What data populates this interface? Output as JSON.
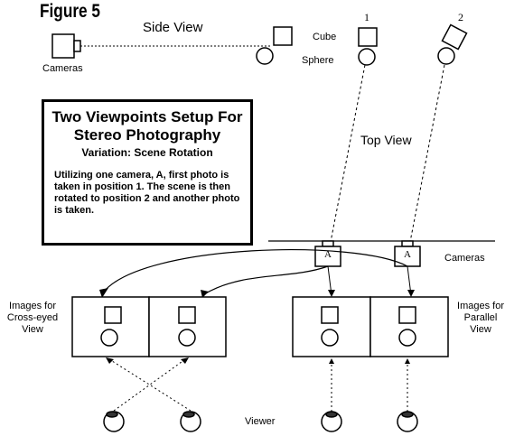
{
  "figure_title": "Figure 5",
  "views": {
    "side": "Side View",
    "top": "Top View"
  },
  "labels": {
    "cameras_left": "Cameras",
    "cube": "Cube",
    "sphere": "Sphere",
    "position_1": "1",
    "position_2": "2",
    "cameras_right": "Cameras",
    "camera_a1": "A",
    "camera_a2": "A",
    "cross_eyed": "Images for Cross-eyed View",
    "parallel": "Images for Parallel View",
    "viewer": "Viewer"
  },
  "info_box": {
    "title": "Two Viewpoints Setup For Stereo Photography",
    "subtitle": "Variation: Scene Rotation",
    "body": "Utilizing one camera, A, first photo is taken in position 1. The scene is then rotated to position 2 and another photo is taken."
  }
}
